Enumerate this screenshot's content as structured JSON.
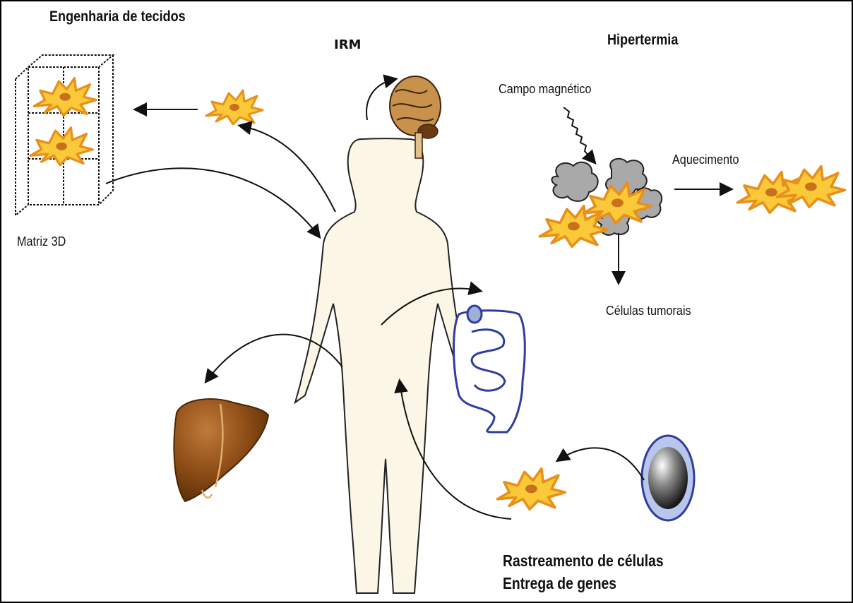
{
  "labels": {
    "tissue_engineering": "Engenharia de tecidos",
    "mri": "IRM",
    "hyperthermia": "Hipertermia",
    "magnetic_field": "Campo magnético",
    "heating": "Aquecimento",
    "matrix_3d": "Matriz 3D",
    "tumor_cells": "Células tumorais",
    "cell_tracking": "Rastreamento de células",
    "gene_delivery": "Entrega de genes"
  },
  "colors": {
    "cell_fill": "#f9c93a",
    "cell_edge": "#e8901a",
    "cell_nucleus": "#c7711a",
    "body_fill": "#fbf6e6",
    "tumor_gray": "#a9a9a9",
    "liver_brown": "#8a4a14",
    "brain_tan": "#c8924c",
    "intestine_blue": "#2f3d9e"
  }
}
